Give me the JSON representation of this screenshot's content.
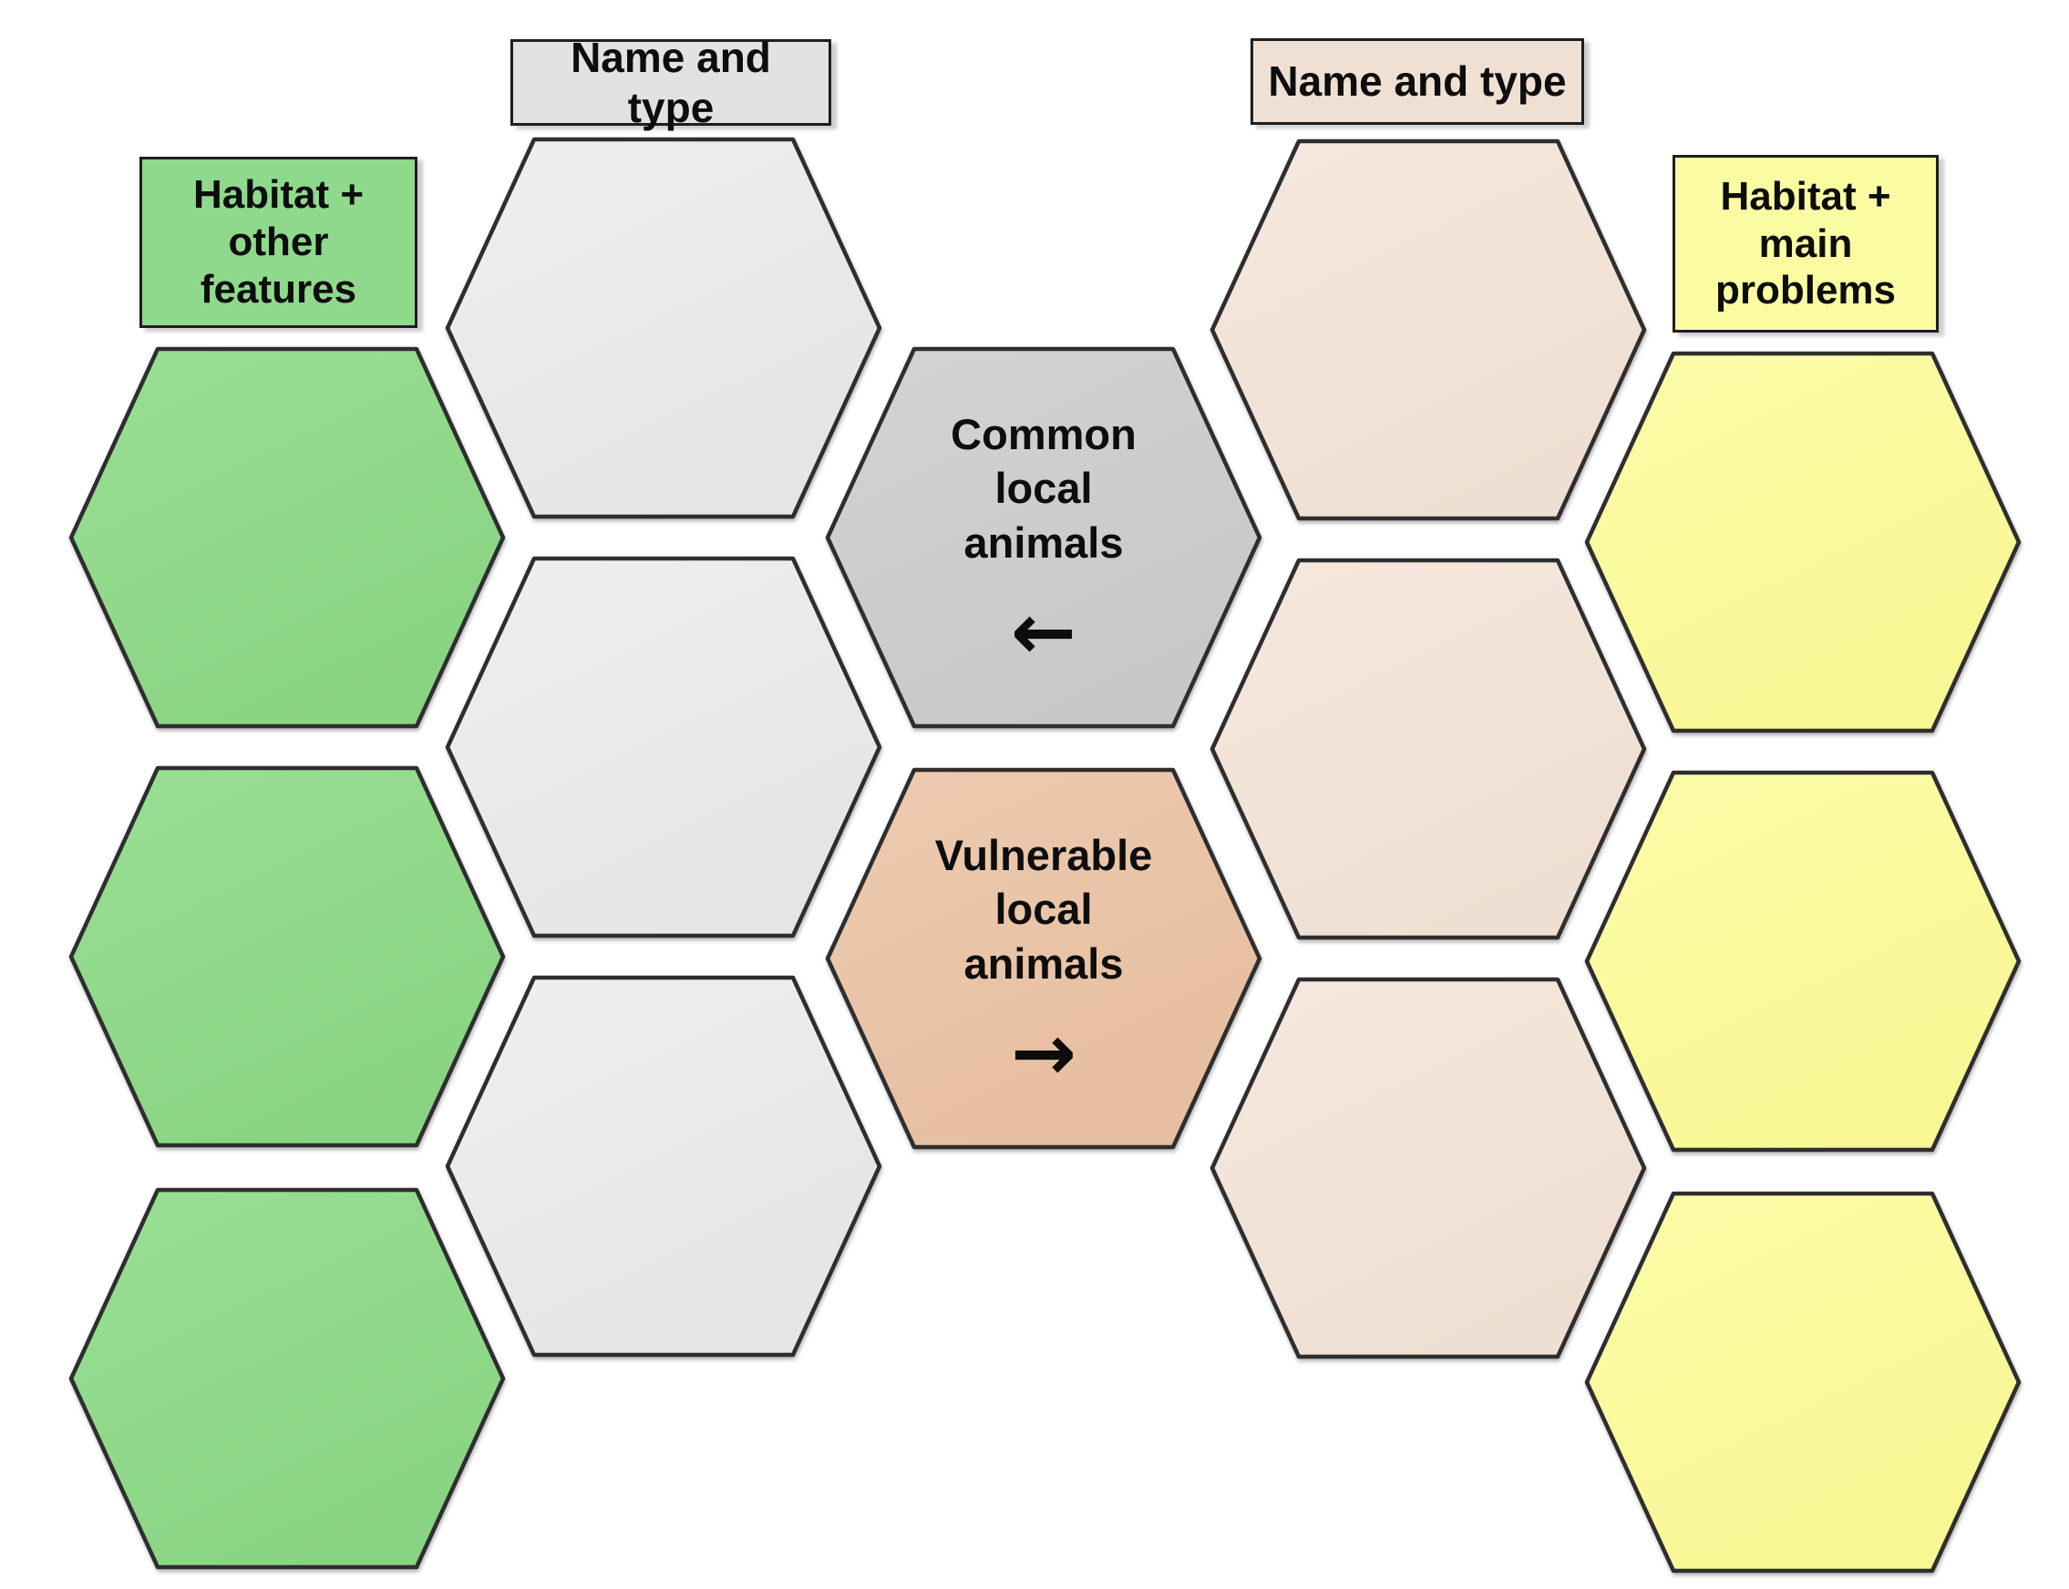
{
  "page": {
    "background": "#FFFFFF",
    "border_color": "#2E2E2E"
  },
  "left_column": {
    "header": "Habitat + other features",
    "color": "#8FD98C",
    "empty_cells": 3
  },
  "left_name_column": {
    "header": "Name and type",
    "color": "#EAEAEA",
    "empty_cells": 3
  },
  "center": {
    "common": {
      "label": "Common local animals",
      "arrow": "←",
      "arrow_meaning": "points-left-to-common-columns",
      "color": "#CDCDCD"
    },
    "vulnerable": {
      "label": "Vulnerable local animals",
      "arrow": "→",
      "arrow_meaning": "points-right-to-vulnerable-columns",
      "color": "#EAC5A8"
    }
  },
  "right_name_column": {
    "header": "Name and type",
    "color": "#F2E3D8",
    "empty_cells": 3
  },
  "right_column": {
    "header": "Habitat + main problems",
    "color": "#FAFA9E",
    "empty_cells": 3
  }
}
